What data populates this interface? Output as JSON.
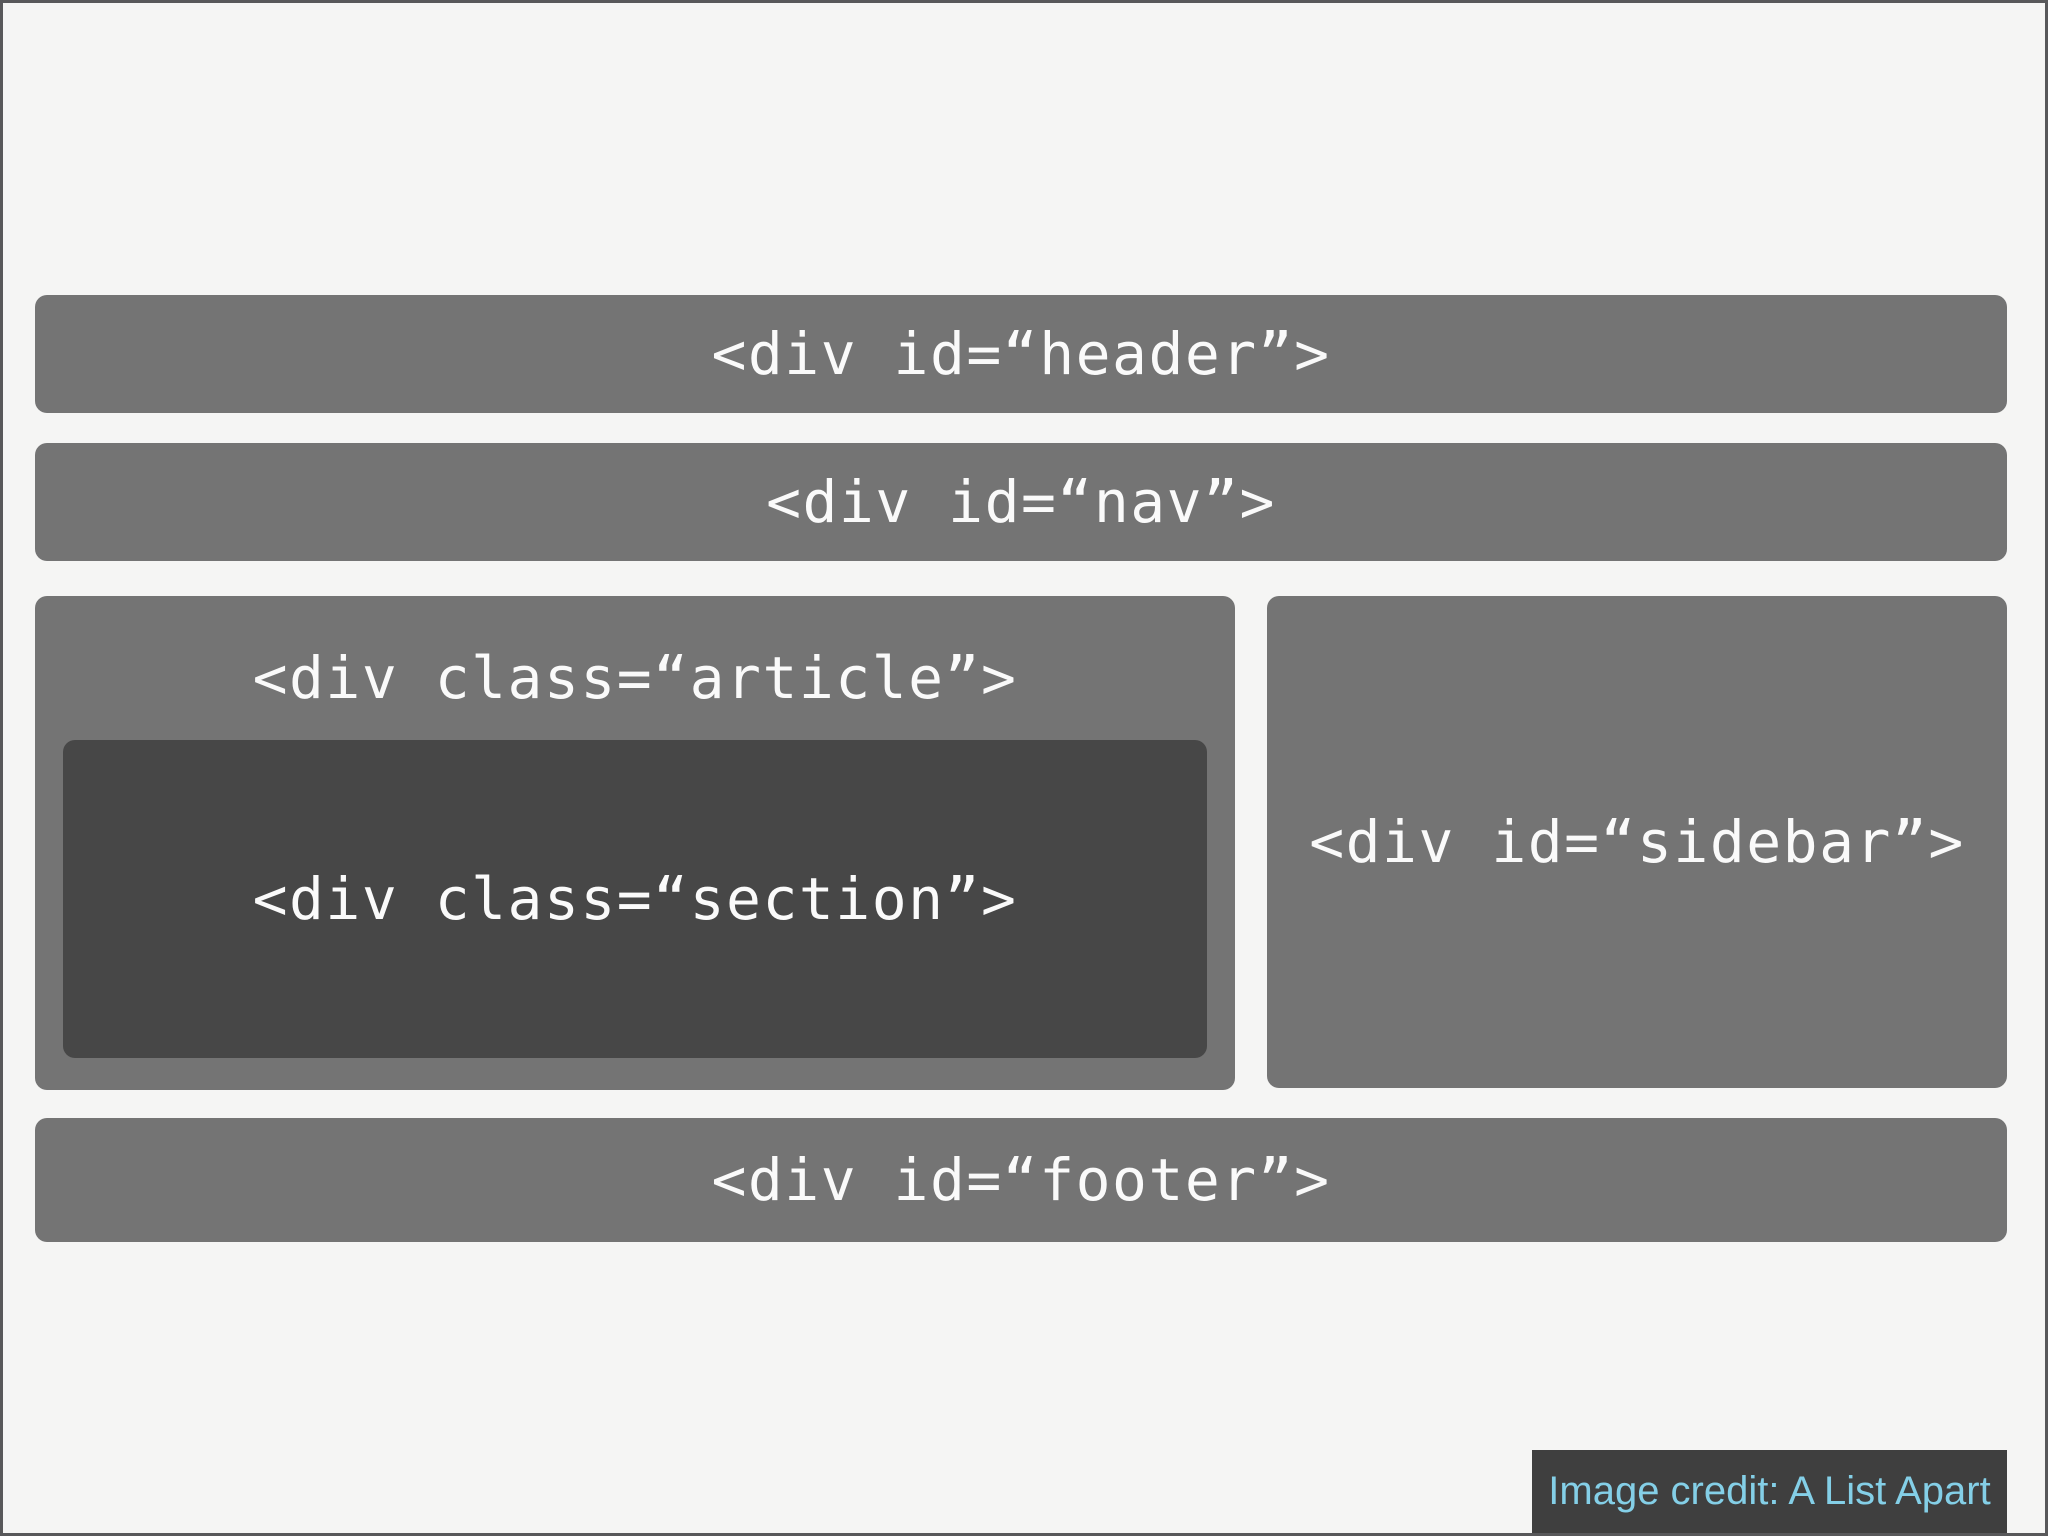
{
  "canvas": {
    "background": "#f5f5f4",
    "border_color": "#58585a"
  },
  "diagram": {
    "description": "Page layout diagram of nested div elements",
    "box_color": "#747474",
    "nested_box_color": "#474747",
    "label_color": "#fafafa",
    "header_label": "<div id=“header”>",
    "nav_label": "<div id=“nav”>",
    "article_label": "<div class=“article”>",
    "section_label": "<div class=“section”>",
    "sidebar_label": "<div id=“sidebar”>",
    "footer_label": "<div id=“footer”>"
  },
  "credit": {
    "text": "Image credit: A List Apart",
    "background": "#3f3f3f",
    "text_color": "#84cfe7"
  }
}
